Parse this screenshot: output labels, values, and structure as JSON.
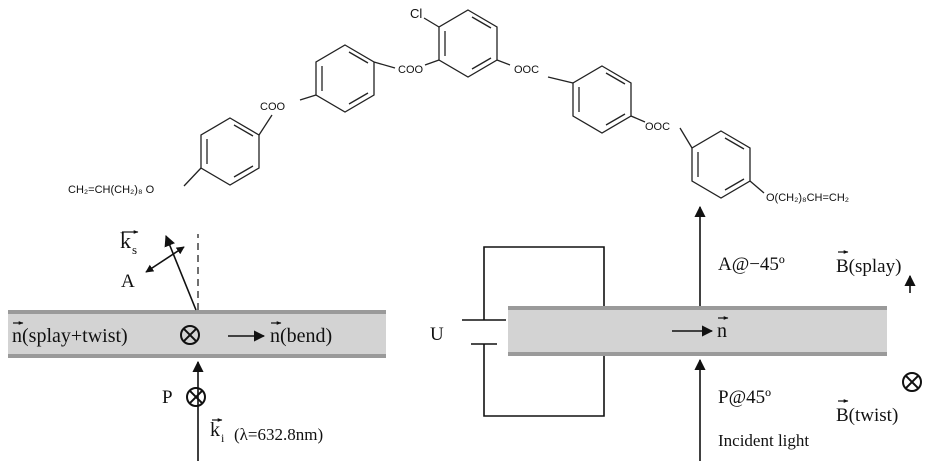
{
  "molecule": {
    "chlorine": "Cl",
    "link_c1_c2": "COO",
    "link_c2_ring": "COO",
    "link_ring_r1": "OOC",
    "link_r1_r2": "OOC",
    "tail_left": "CH₂=CH(CH₂)₈ O",
    "tail_right": "O(CH₂)₈CH=CH₂"
  },
  "left_cell": {
    "ks_label": "k",
    "ks_sub": "s",
    "analyzer_label": "A",
    "n_left_text": "n(splay+twist)",
    "n_right_text": "n(bend)",
    "polarizer_label": "P",
    "ki_label": "k",
    "ki_sub": "i",
    "ki_wavelength": "(λ=632.8nm)"
  },
  "right_cell": {
    "voltage_label": "U",
    "analyzer_label": "A@−45º",
    "polarizer_label": "P@45º",
    "n_label": "n",
    "incident_light": "Incident light",
    "b_splay": "B(splay)",
    "b_twist": "B(twist)"
  },
  "colors": {
    "cell_fill": "#d3d3d3",
    "plate_stroke": "#9a9a9a",
    "ink": "#111111"
  }
}
